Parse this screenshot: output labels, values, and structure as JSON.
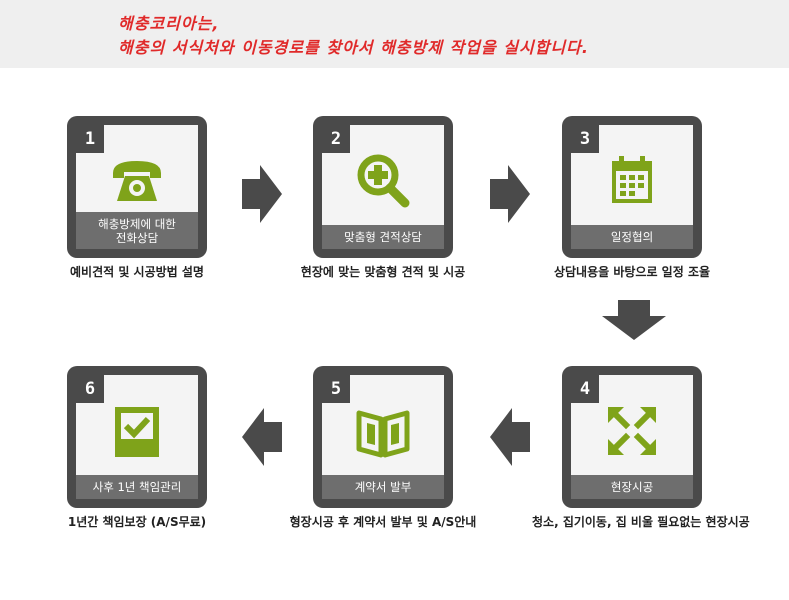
{
  "banner": {
    "line1": "해충코리아는,",
    "line2": "해충의 서식처와 이동경로를 찾아서 해충방제 작업을 실시합니다."
  },
  "steps": [
    {
      "num": "1",
      "label": "해충방제에 대한\n전화상담",
      "caption": "예비견적 및 시공방법 설명",
      "icon": "telephone-icon"
    },
    {
      "num": "2",
      "label": "맞춤형 견적상담",
      "caption": "현장에 맞는 맞춤형 견적 및 시공",
      "icon": "magnifier-plus-icon"
    },
    {
      "num": "3",
      "label": "일정협의",
      "caption": "상담내용을 바탕으로 일정 조율",
      "icon": "calendar-icon"
    },
    {
      "num": "4",
      "label": "현장시공",
      "caption": "청소, 집기이동, 집 비울 필요없는 현장시공",
      "icon": "expand-arrows-icon"
    },
    {
      "num": "5",
      "label": "계약서 발부",
      "caption": "형장시공 후 계약서 발부 및 A/S안내",
      "icon": "open-book-icon"
    },
    {
      "num": "6",
      "label": "사후 1년 책임관리",
      "caption": "1년간 책임보장 (A/S무료)",
      "icon": "checkbox-icon"
    }
  ],
  "colors": {
    "accent": "#7fa31a",
    "frame": "#4a4a4a",
    "banner_text": "#e02a2a"
  }
}
